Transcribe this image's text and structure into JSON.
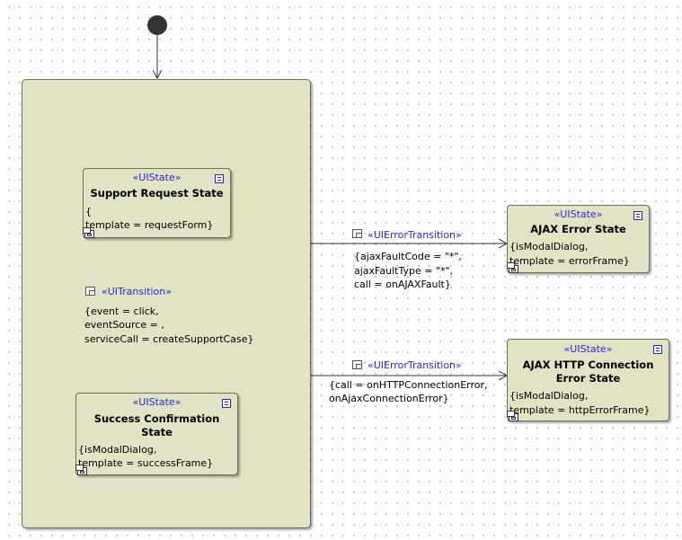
{
  "composite": {
    "states": [
      {
        "stereotype": "«UIState»",
        "name": "Support Request State",
        "body": [
          "{",
          "template = requestForm}"
        ]
      },
      {
        "stereotype": "«UIState»",
        "name": "Success Confirmation State",
        "name_lines": [
          "Success Confirmation",
          "State"
        ],
        "body": [
          "{isModalDialog,",
          "template = successFrame}"
        ]
      }
    ],
    "transition": {
      "stereotype": "«UITransition»",
      "lines": [
        "{event = click,",
        "eventSource = ,",
        "serviceCall = createSupportCase}"
      ]
    }
  },
  "states": [
    {
      "stereotype": "«UIState»",
      "name": "AJAX Error State",
      "body": [
        "{isModalDialog,",
        "template = errorFrame}"
      ]
    },
    {
      "stereotype": "«UIState»",
      "name": "AJAX HTTP Connection Error State",
      "name_lines": [
        "AJAX HTTP Connection",
        "Error State"
      ],
      "body": [
        "{isModalDialog,",
        "template = httpErrorFrame}"
      ]
    }
  ],
  "error_transitions": [
    {
      "stereotype": "«UIErrorTransition»",
      "lines": [
        "{ajaxFaultCode = \"*\",",
        "ajaxFaultType = \"*\",",
        "call = onAJAXFault}"
      ]
    },
    {
      "stereotype": "«UIErrorTransition»",
      "lines": [
        "{call = onHTTPConnectionError,",
        "onAjaxConnectionError}"
      ]
    }
  ]
}
